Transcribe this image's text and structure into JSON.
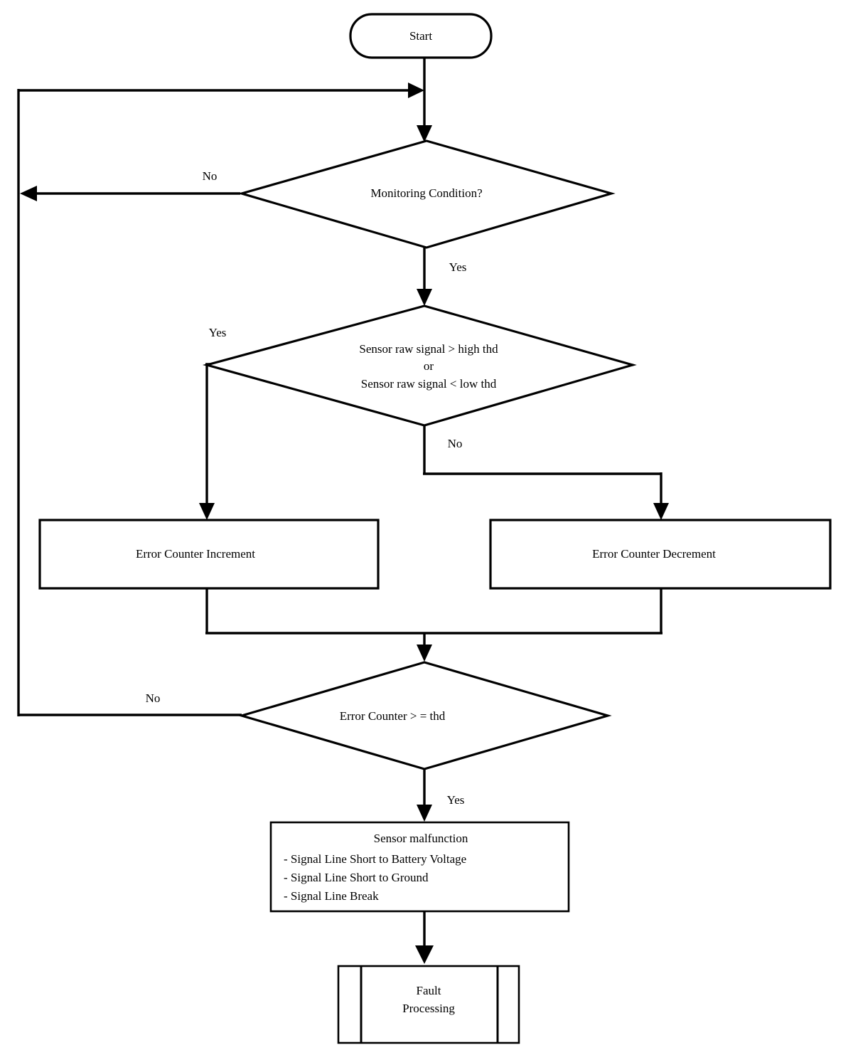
{
  "diagram": {
    "title": "Sensor Fault Monitoring Flowchart",
    "type": "flowchart",
    "background_color": "#ffffff",
    "line_color": "#000000",
    "text_color": "#000000"
  },
  "nodes": {
    "start": {
      "label": "Start",
      "shape": "terminator"
    },
    "monitoring_condition": {
      "label": "Monitoring Condition?",
      "shape": "decision"
    },
    "threshold_check": {
      "shape": "decision",
      "line1": "Sensor raw signal > high     thd",
      "line2": "or",
      "line3": "Sensor   raw signal < low     thd"
    },
    "counter_increment": {
      "label": "Error Counter Increment",
      "shape": "process"
    },
    "counter_decrement": {
      "label": "Error Counter Decrement",
      "shape": "process"
    },
    "counter_threshold": {
      "label": "Error Counter > = thd",
      "shape": "decision"
    },
    "sensor_malfunction": {
      "shape": "process",
      "title": "Sensor malfunction",
      "items": [
        "- Signal Line Short to Battery Voltage",
        "- Signal Line Short to Ground",
        "- Signal Line Break"
      ]
    },
    "fault_processing": {
      "shape": "predefined-process",
      "line1": "Fault",
      "line2": "Processing"
    }
  },
  "edge_labels": {
    "monitoring_no": "No",
    "monitoring_yes": "Yes",
    "threshold_yes": "Yes",
    "threshold_no": "No",
    "counter_no": "No",
    "counter_yes": "Yes"
  }
}
